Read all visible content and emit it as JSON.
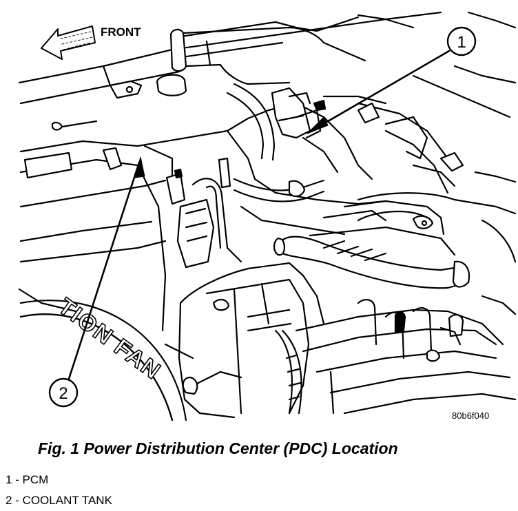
{
  "figure": {
    "direction_label": "FRONT",
    "part_code": "80b6f040",
    "fan_text": "TION FAN",
    "callouts": [
      {
        "number": "1",
        "target": "PCM"
      },
      {
        "number": "2",
        "target": "COOLANT TANK"
      }
    ]
  },
  "caption": "Fig. 1 Power Distribution Center (PDC) Location",
  "legend": [
    {
      "text": "1 - PCM"
    },
    {
      "text": "2 - COOLANT TANK"
    }
  ]
}
